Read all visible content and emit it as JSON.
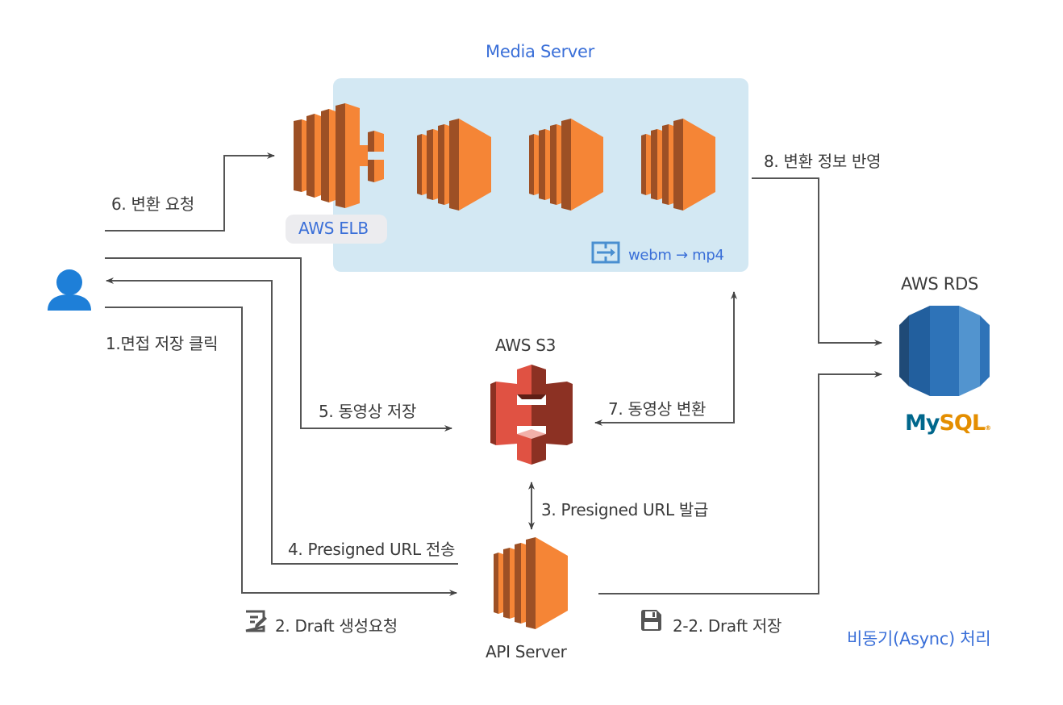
{
  "title": "Media Server",
  "nodes": {
    "user": {
      "icon": "user-icon",
      "color": "#1e7fd8"
    },
    "elb": {
      "label": "AWS ELB",
      "icon": "aws-elb-icon"
    },
    "media_servers": {
      "count": 3,
      "icon": "aws-ec2-icon"
    },
    "transcode": {
      "label": "webm → mp4",
      "icon": "convert-icon"
    },
    "s3": {
      "label": "AWS S3",
      "icon": "aws-s3-icon"
    },
    "api": {
      "label": "API Server",
      "icon": "aws-ec2-icon"
    },
    "rds": {
      "label": "AWS RDS",
      "icon": "aws-rds-icon",
      "engine_label_my": "My",
      "engine_label_sql": "SQL"
    }
  },
  "steps": {
    "s1": "1.면접 저장 클릭",
    "s2": "2. Draft 생성요청",
    "s2_2": "2-2. Draft 저장",
    "s3": "3. Presigned URL 발급",
    "s4": "4. Presigned URL 전송",
    "s5": "5. 동영상 저장",
    "s6": "6. 변환 요청",
    "s7": "7. 동영상 변환",
    "s8": "8. 변환 정보 반영"
  },
  "note": "비동기(Async) 처리",
  "colors": {
    "accent_blue": "#3a6fd8",
    "media_bg": "#d3e8f3",
    "ec2_orange": "#f58536",
    "ec2_dark": "#9d5025",
    "s3_red": "#e05243",
    "s3_dark": "#8c3123",
    "rds_blue": "#2e73b8",
    "line": "#555555"
  }
}
